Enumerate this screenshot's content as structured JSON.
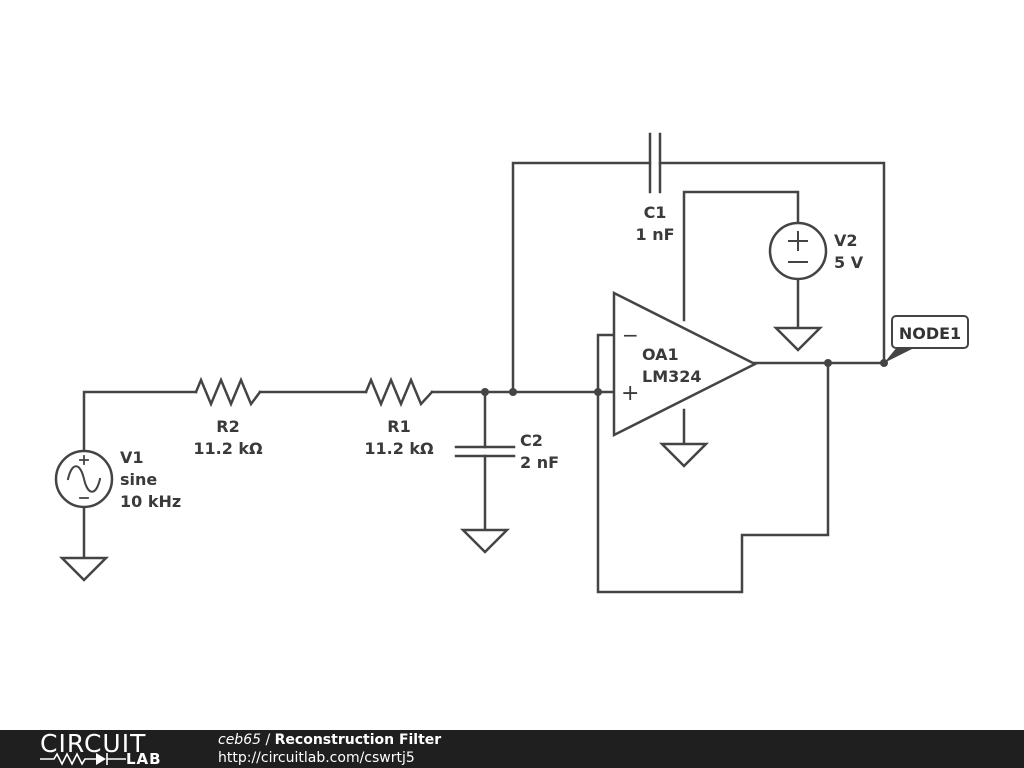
{
  "components": {
    "v1": {
      "name": "V1",
      "type": "sine",
      "value": "10 kHz"
    },
    "r2": {
      "name": "R2",
      "value": "11.2 kΩ"
    },
    "r1": {
      "name": "R1",
      "value": "11.2 kΩ"
    },
    "c2": {
      "name": "C2",
      "value": "2 nF"
    },
    "c1": {
      "name": "C1",
      "value": "1 nF"
    },
    "v2": {
      "name": "V2",
      "value": "5 V"
    },
    "oa1": {
      "name": "OA1",
      "part": "LM324",
      "minus": "−",
      "plus": "+"
    }
  },
  "node_tag": "NODE1",
  "footer": {
    "logo_top": "CIRCUIT",
    "logo_bottom": "LAB",
    "author": "ceb65",
    "separator": " / ",
    "project": "Reconstruction Filter",
    "url": "http://circuitlab.com/cswrtj5"
  },
  "colors": {
    "wire": "#444444",
    "footer_bg": "#1f1f1f",
    "text": "#3a3a3a"
  }
}
